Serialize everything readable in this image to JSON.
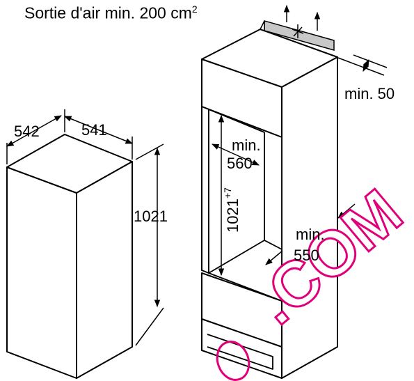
{
  "diagram": {
    "title": "Sortie d'air min. 200 cm",
    "title_superscript": "2",
    "unit_dimensions": {
      "width": "541",
      "depth": "542",
      "height": "1021"
    },
    "niche_dimensions": {
      "top_gap": "min. 50",
      "inner_width_label_line1": "min.",
      "inner_width_label_line2": "560",
      "height_label": "1021",
      "height_superscript": "+7",
      "inner_depth_label_line1": "min.",
      "inner_depth_label_line2": "550"
    },
    "watermark": ".COM",
    "colors": {
      "ink": "#000000",
      "vent": "#c8c8c8",
      "watermark": "#e0007a"
    }
  }
}
